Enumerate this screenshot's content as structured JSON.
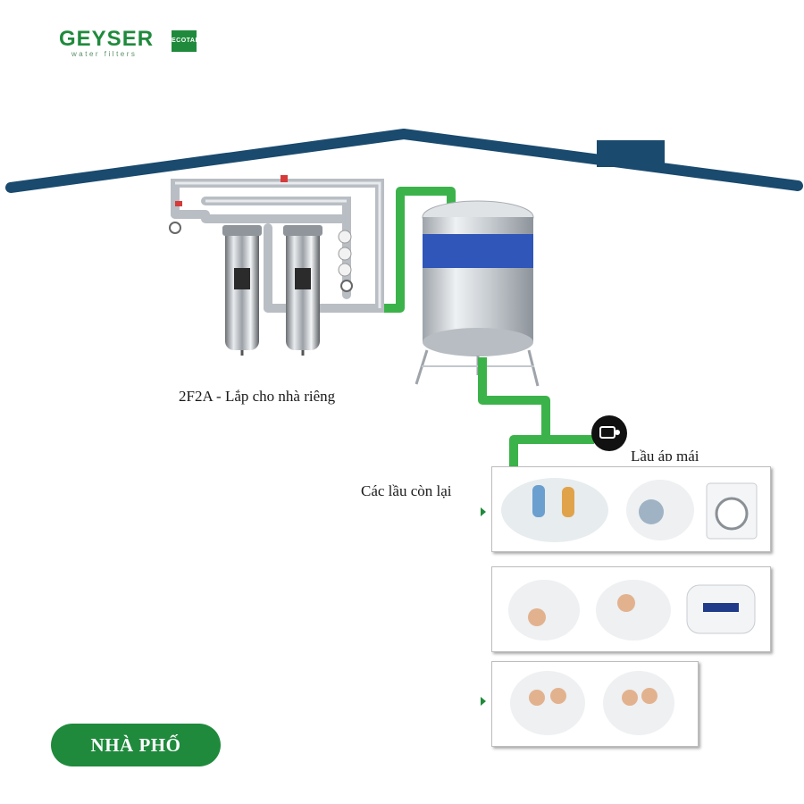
{
  "logo": {
    "name": "GEYSER",
    "tagline": "water filters",
    "badge": "ECOTAR"
  },
  "filter_system_label": "2F2A - Lắp cho nhà riêng",
  "pump_label": "Lầu áp mái",
  "other_floors_label": "Các lầu còn lại",
  "housing_badge": "NHÀ PHỐ",
  "appliance_rows": [
    {
      "items": [
        "family-cleaning-scene",
        "woman-laundry-scene",
        "washing-machine"
      ]
    },
    {
      "items": [
        "child-washing-scene",
        "woman-shower-scene",
        "water-heater"
      ]
    },
    {
      "items": [
        "family-cooking-scene",
        "elderly-dining-scene"
      ]
    }
  ],
  "colors": {
    "brand_green": "#1f8a3c",
    "pipe_green": "#3bb34a",
    "roof_blue": "#1a4a6e",
    "tank_band": "#2f56b8"
  }
}
